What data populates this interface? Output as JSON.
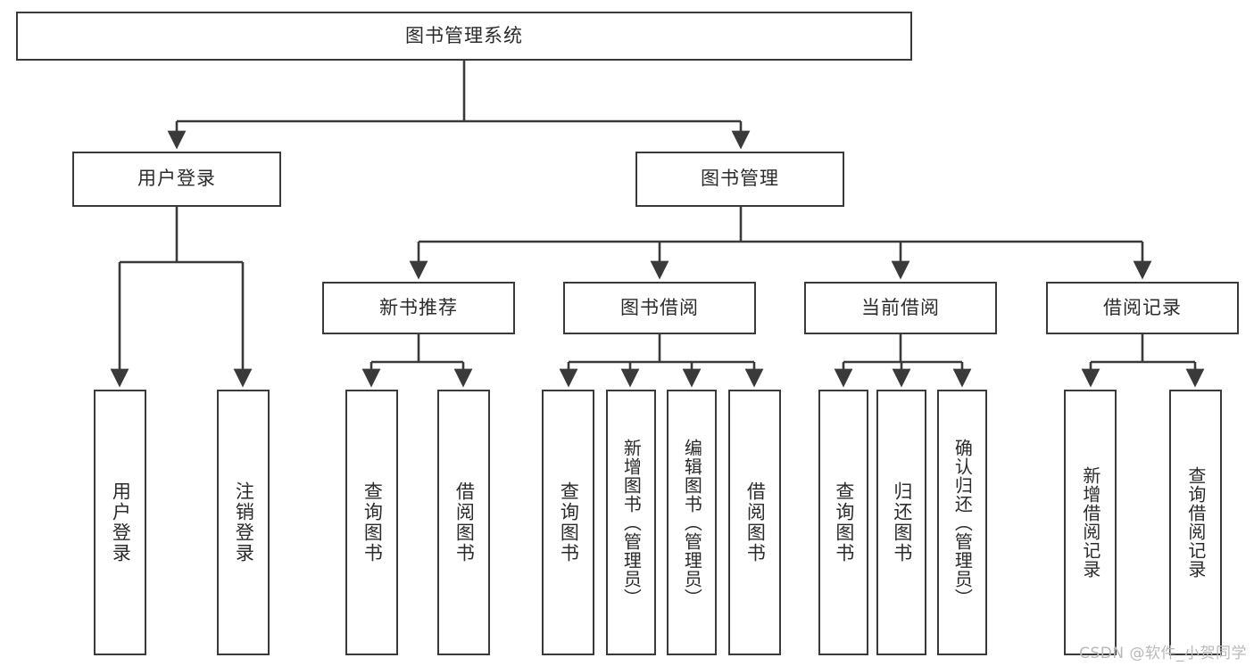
{
  "diagram": {
    "title": "图书管理系统",
    "type": "tree-hierarchy-flowchart",
    "watermark": "CSDN @软件_小贺同学",
    "colors": {
      "box_border": "#3a3a3a",
      "box_fill": "#ffffff",
      "connector": "#3a3a3a",
      "text": "#2b2b2b",
      "watermark": "#b9b9b9",
      "background": "#ffffff"
    },
    "nodes": {
      "root": {
        "label": "图书管理系统"
      },
      "level2": [
        {
          "id": "user-login",
          "label": "用户登录"
        },
        {
          "id": "book-management",
          "label": "图书管理"
        }
      ],
      "level3": [
        {
          "id": "new-book-recommend",
          "label": "新书推荐"
        },
        {
          "id": "book-borrow",
          "label": "图书借阅"
        },
        {
          "id": "current-borrow",
          "label": "当前借阅"
        },
        {
          "id": "borrow-record",
          "label": "借阅记录"
        }
      ],
      "leaves": {
        "user_login": [
          {
            "id": "leaf-user-login",
            "label": "用户登录"
          },
          {
            "id": "leaf-logout-login",
            "label": "注销登录"
          }
        ],
        "new_book_recommend": [
          {
            "id": "leaf-query-book-1",
            "label": "查询图书"
          },
          {
            "id": "leaf-borrow-book-1",
            "label": "借阅图书"
          }
        ],
        "book_borrow": [
          {
            "id": "leaf-query-book-2",
            "label": "查询图书"
          },
          {
            "id": "leaf-add-book",
            "label": "新增图书（管理员）"
          },
          {
            "id": "leaf-edit-book",
            "label": "编辑图书（管理员）"
          },
          {
            "id": "leaf-borrow-book-2",
            "label": "借阅图书"
          }
        ],
        "current_borrow": [
          {
            "id": "leaf-query-book-3",
            "label": "查询图书"
          },
          {
            "id": "leaf-return-book",
            "label": "归还图书"
          },
          {
            "id": "leaf-confirm-return",
            "label": "确认归还（管理员）"
          }
        ],
        "borrow_record": [
          {
            "id": "leaf-add-borrow-record",
            "label": "新增借阅记录"
          },
          {
            "id": "leaf-query-borrow-record",
            "label": "查询借阅记录"
          }
        ]
      }
    }
  }
}
